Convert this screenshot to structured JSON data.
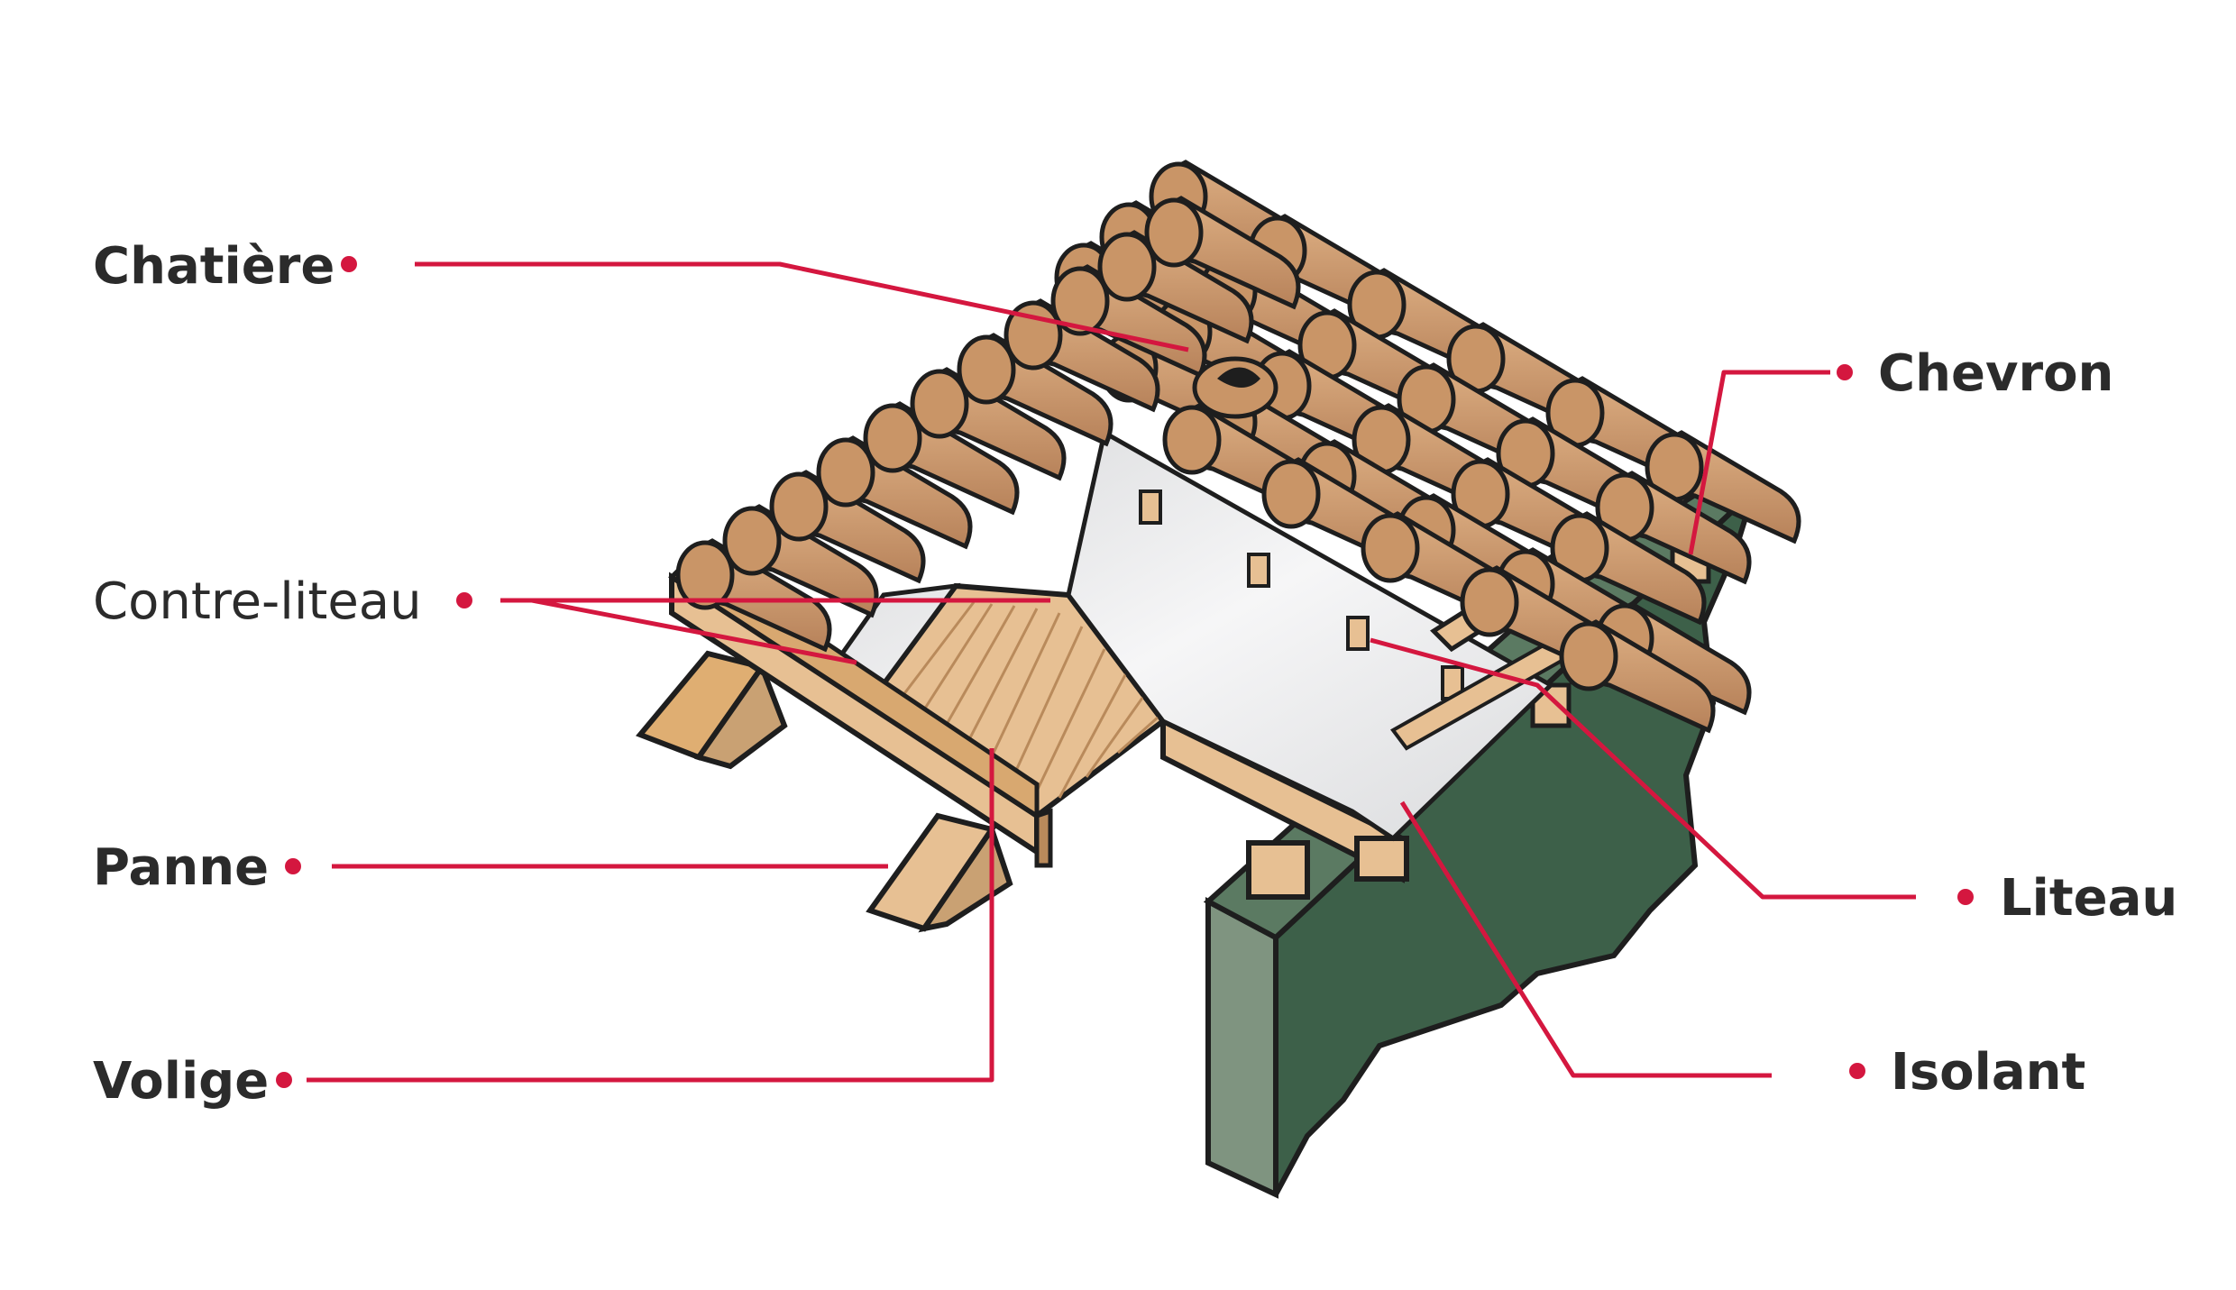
{
  "labels": {
    "chatiere": "Chatière",
    "contre_liteau": "Contre-liteau",
    "panne": "Panne",
    "volige": "Volige",
    "chevron": "Chevron",
    "liteau": "Liteau",
    "isolant": "Isolant"
  },
  "colors": {
    "accent": "#d4173f",
    "tile": "#c99567",
    "tile_dark": "#8a5a34",
    "wood": "#e7c093",
    "wood_dark": "#b98a5b",
    "wall": "#3d6049",
    "wall_side": "#7f9480",
    "insulation": "#e9eaeb",
    "outline": "#1e1e1e"
  }
}
